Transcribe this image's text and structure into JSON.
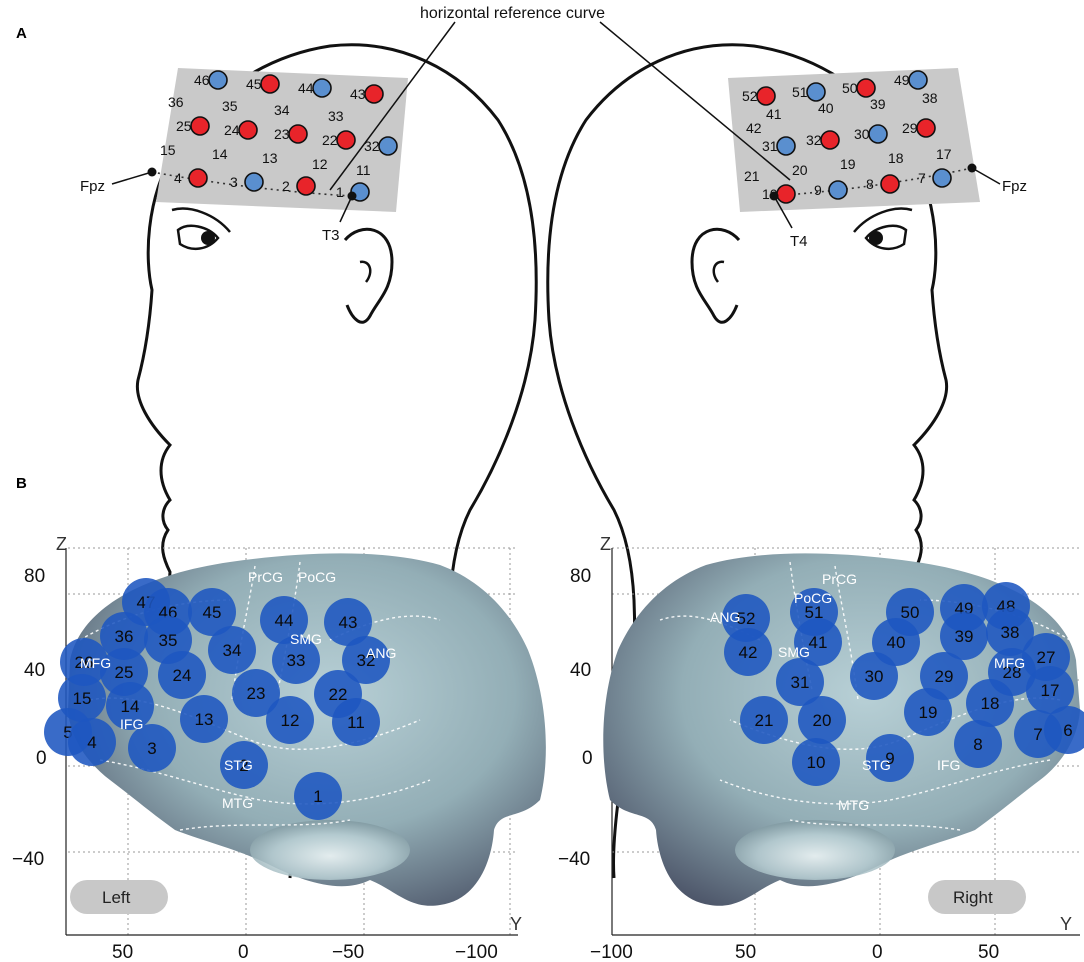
{
  "panel_a": {
    "letter": "A",
    "title": "horizontal reference curve",
    "left_labels": {
      "fpz": "Fpz",
      "t": "T3"
    },
    "right_labels": {
      "fpz": "Fpz",
      "t": "T4"
    },
    "left_channels": [
      {
        "n": "46",
        "c": "blue"
      },
      {
        "n": "45",
        "c": "red"
      },
      {
        "n": "44",
        "c": "blue"
      },
      {
        "n": "43",
        "c": "red"
      },
      {
        "n": "36",
        "c": "none"
      },
      {
        "n": "35",
        "c": "none"
      },
      {
        "n": "34",
        "c": "none"
      },
      {
        "n": "33",
        "c": "none"
      },
      {
        "n": "25",
        "c": "red"
      },
      {
        "n": "24",
        "c": "red"
      },
      {
        "n": "23",
        "c": "red"
      },
      {
        "n": "22",
        "c": "red"
      },
      {
        "n": "32",
        "c": "blue"
      },
      {
        "n": "15",
        "c": "none"
      },
      {
        "n": "14",
        "c": "none"
      },
      {
        "n": "13",
        "c": "none"
      },
      {
        "n": "12",
        "c": "none"
      },
      {
        "n": "11",
        "c": "none"
      },
      {
        "n": "4",
        "c": "red"
      },
      {
        "n": "3",
        "c": "blue"
      },
      {
        "n": "2",
        "c": "red"
      },
      {
        "n": "1",
        "c": "blue"
      }
    ],
    "right_channels": [
      {
        "n": "52",
        "c": "red"
      },
      {
        "n": "51",
        "c": "blue"
      },
      {
        "n": "50",
        "c": "red"
      },
      {
        "n": "49",
        "c": "blue"
      },
      {
        "n": "41",
        "c": "none"
      },
      {
        "n": "40",
        "c": "none"
      },
      {
        "n": "39",
        "c": "none"
      },
      {
        "n": "38",
        "c": "none"
      },
      {
        "n": "42",
        "c": "none"
      },
      {
        "n": "31",
        "c": "blue"
      },
      {
        "n": "32",
        "c": "red"
      },
      {
        "n": "30",
        "c": "blue"
      },
      {
        "n": "29",
        "c": "red"
      },
      {
        "n": "21",
        "c": "none"
      },
      {
        "n": "20",
        "c": "none"
      },
      {
        "n": "19",
        "c": "none"
      },
      {
        "n": "18",
        "c": "none"
      },
      {
        "n": "17",
        "c": "none"
      },
      {
        "n": "10",
        "c": "red"
      },
      {
        "n": "9",
        "c": "blue"
      },
      {
        "n": "8",
        "c": "red"
      },
      {
        "n": "7",
        "c": "blue"
      }
    ]
  },
  "panel_b": {
    "letter": "B",
    "axis_z": "Z",
    "axis_y": "Y",
    "left": {
      "pill": "Left",
      "y_ticks": [
        "80",
        "40",
        "0",
        "−40"
      ],
      "x_ticks": [
        "50",
        "0",
        "−50",
        "−100"
      ],
      "regions": [
        "PrCG",
        "PoCG",
        "SMG",
        "ANG",
        "MFG",
        "IFG",
        "STG",
        "MTG"
      ],
      "channels": [
        "47",
        "46",
        "45",
        "44",
        "43",
        "36",
        "35",
        "34",
        "33",
        "32",
        "26",
        "25",
        "24",
        "23",
        "22",
        "15",
        "14",
        "13",
        "12",
        "11",
        "5",
        "4",
        "3",
        "2",
        "1"
      ]
    },
    "right": {
      "pill": "Right",
      "y_ticks": [
        "80",
        "40",
        "0",
        "−40"
      ],
      "x_ticks": [
        "−100",
        "50",
        "0",
        "50"
      ],
      "regions": [
        "PrCG",
        "PoCG",
        "ANG",
        "SMG",
        "MFG",
        "IFG",
        "STG",
        "MTG"
      ],
      "channels": [
        "52",
        "51",
        "50",
        "49",
        "48",
        "41",
        "40",
        "39",
        "38",
        "42",
        "31",
        "30",
        "29",
        "28",
        "27",
        "17",
        "21",
        "20",
        "19",
        "18",
        "10",
        "9",
        "8",
        "7",
        "6"
      ]
    }
  }
}
